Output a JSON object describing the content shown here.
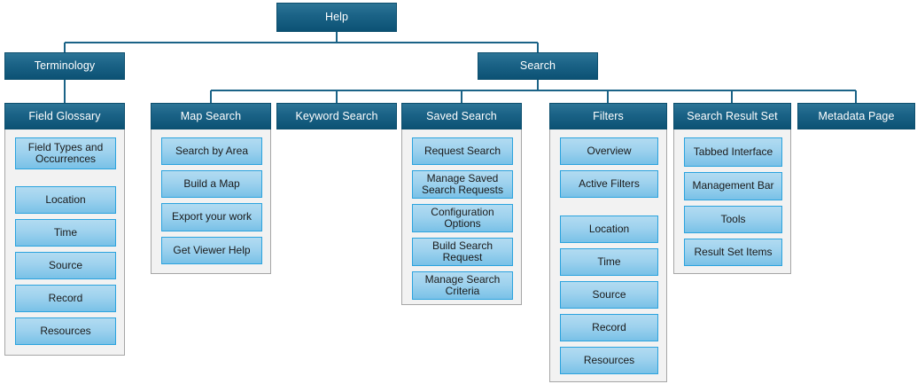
{
  "diagram": {
    "title": "Help",
    "type": "site-map-tree",
    "colors": {
      "node_header_top": "#2d7596",
      "node_header_bottom": "#0c5274",
      "node_border": "#0d4f6e",
      "panel_background": "#f2f2f2",
      "panel_border": "#a6a6a6",
      "item_top": "#b2dbf1",
      "item_bottom": "#79c1e7",
      "item_border": "#2ba3de",
      "connector_line": "#1b6387",
      "node_text": "#ffffff",
      "item_text": "#1a1a1a",
      "page_background": "#ffffff"
    },
    "root": {
      "label": "Help"
    },
    "level1": [
      {
        "label": "Terminology"
      },
      {
        "label": "Search"
      }
    ],
    "level2": [
      {
        "label": "Field Glossary",
        "parent": "Terminology"
      },
      {
        "label": "Map Search",
        "parent": "Search"
      },
      {
        "label": "Keyword Search",
        "parent": "Search"
      },
      {
        "label": "Saved Search",
        "parent": "Search"
      },
      {
        "label": "Filters",
        "parent": "Search"
      },
      {
        "label": "Search Result Set",
        "parent": "Search"
      },
      {
        "label": "Metadata Page",
        "parent": "Search"
      }
    ],
    "groups": {
      "field_glossary": {
        "header": "Field Glossary",
        "items": [
          "Field Types and Occurrences",
          "Location",
          "Time",
          "Source",
          "Record",
          "Resources"
        ]
      },
      "map_search": {
        "header": "Map Search",
        "items": [
          "Search by Area",
          "Build a Map",
          "Export your work",
          "Get Viewer Help"
        ]
      },
      "keyword_search": {
        "header": "Keyword Search",
        "items": []
      },
      "saved_search": {
        "header": "Saved Search",
        "items": [
          "Request Search",
          "Manage Saved Search Requests",
          "Configuration Options",
          "Build Search Request",
          "Manage Search Criteria"
        ]
      },
      "filters": {
        "header": "Filters",
        "items": [
          "Overview",
          "Active Filters",
          "Location",
          "Time",
          "Source",
          "Record",
          "Resources"
        ]
      },
      "search_result_set": {
        "header": "Search Result Set",
        "items": [
          "Tabbed Interface",
          "Management Bar",
          "Tools",
          "Result Set Items"
        ]
      },
      "metadata_page": {
        "header": "Metadata Page",
        "items": []
      }
    }
  }
}
